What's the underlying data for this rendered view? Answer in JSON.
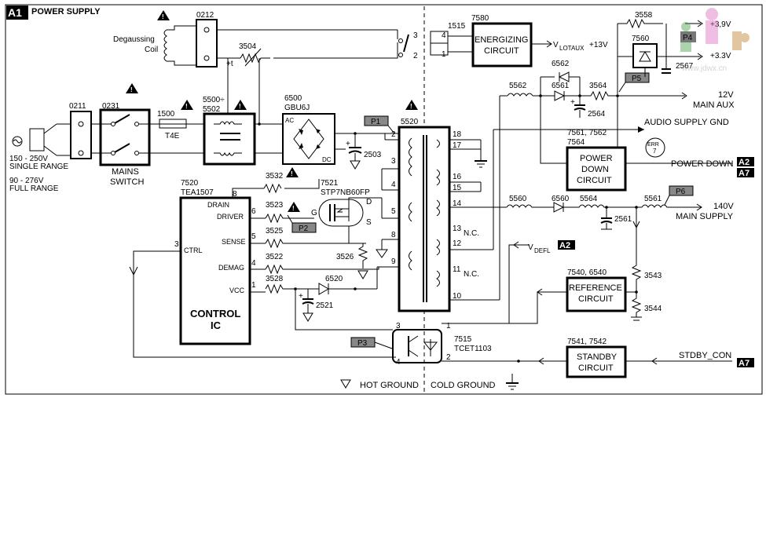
{
  "title": {
    "code": "A1",
    "text": "POWER SUPPLY"
  },
  "refs": {
    "a2": "A2",
    "a7": "A7"
  },
  "mains": {
    "range1": "150 - 250V",
    "range1_desc": "SINGLE RANGE",
    "range2": "90 - 276V",
    "range2_desc": "FULL RANGE",
    "switch_ref": "0231",
    "switch_label1": "MAINS",
    "switch_label2": "SWITCH",
    "input_ref": "0211"
  },
  "degauss": {
    "label1": "Degaussing",
    "label2": "Coil",
    "conn": "0212",
    "ptc": "3504",
    "ptc_mark": "+t"
  },
  "fuse": {
    "ref": "1500",
    "value": "T4E"
  },
  "filter": {
    "ref1": "5500÷",
    "ref2": "5502"
  },
  "bridge": {
    "ref": "6500",
    "part": "GBU6J",
    "ac": "AC",
    "dc": "DC"
  },
  "cap2503": "2503",
  "probes": {
    "p1": "P1",
    "p2": "P2",
    "p3": "P3",
    "p4": "P4",
    "p5": "P5",
    "p6": "P6"
  },
  "transformer": {
    "ref": "5520",
    "pins": {
      "p2": "2",
      "p3": "3",
      "p4": "4",
      "p5": "5",
      "p8": "8",
      "p9": "9",
      "p18": "18",
      "p17": "17",
      "p16": "16",
      "p15": "15",
      "p14": "14",
      "p13": "13",
      "p12": "12",
      "p11": "11",
      "p10": "10"
    },
    "nc": "N.C."
  },
  "ic": {
    "ref": "7520",
    "part": "TEA1507",
    "name1": "CONTROL",
    "name2": "IC",
    "pin_drain": "DRAIN",
    "pin_driver": "DRIVER",
    "pin_sense": "SENSE",
    "pin_demag": "DEMAG",
    "pin_vcc": "VCC",
    "pin_ctrl": "CTRL",
    "n8": "8",
    "n6": "6",
    "n5": "5",
    "n4": "4",
    "n1": "1",
    "n3": "3"
  },
  "mosfet": {
    "ref": "7521",
    "part": "STP7NB60FP",
    "g": "G",
    "d": "D",
    "s": "S"
  },
  "resistors": {
    "r3532": "3532",
    "r3523": "3523",
    "r3525": "3525",
    "r3522": "3522",
    "r3528": "3528",
    "r3526": "3526",
    "r3558": "3558",
    "r3564": "3564",
    "r3543": "3543",
    "r3544": "3544"
  },
  "diodes": {
    "d6520": "6520",
    "d6562": "6562",
    "d6561": "6561",
    "d6560": "6560"
  },
  "caps": {
    "c2521": "2521",
    "c2564": "2564",
    "c2561": "2561",
    "c2567": "2567"
  },
  "coils": {
    "l5562": "5562",
    "l5560": "5560",
    "l5564": "5564",
    "l5561": "5561"
  },
  "relay": {
    "ref": "7580",
    "coil_ref": "1515",
    "pin4": "4",
    "pin1": "1",
    "sw3": "3",
    "sw2": "2",
    "name1": "ENERGIZING",
    "name2": "CIRCUIT",
    "vlotaux": "V",
    "vlotaux_sub": "LOTAUX",
    "v13": "+13V"
  },
  "reg7560": {
    "ref": "7560",
    "v39": "+3,9V",
    "v33": "+3.3V"
  },
  "powerdown": {
    "ref1": "7561, 7562",
    "ref2": "7564",
    "name1": "POWER",
    "name2": "DOWN",
    "name3": "CIRCUIT",
    "audio": "AUDIO SUPPLY GND",
    "err": "ERR",
    "err_n": "7",
    "signal": "POWER DOWN"
  },
  "outputs": {
    "v12": "12V",
    "v12_desc": "MAIN AUX",
    "v140": "140V",
    "v140_desc": "MAIN SUPPLY",
    "vdefl": "V",
    "vdefl_sub": "DEFL"
  },
  "reference": {
    "ref": "7540, 6540",
    "name1": "REFERENCE",
    "name2": "CIRCUIT"
  },
  "standby": {
    "ref": "7541, 7542",
    "name1": "STANDBY",
    "name2": "CIRCUIT",
    "signal": "STDBY_CON"
  },
  "opto": {
    "ref": "7515",
    "part": "TCET1103",
    "p3": "3",
    "p4": "4",
    "p1": "1",
    "p2": "2"
  },
  "grounds": {
    "hot": "HOT GROUND",
    "cold": "COLD GROUND"
  },
  "watermark": "www.jdwx.cn"
}
